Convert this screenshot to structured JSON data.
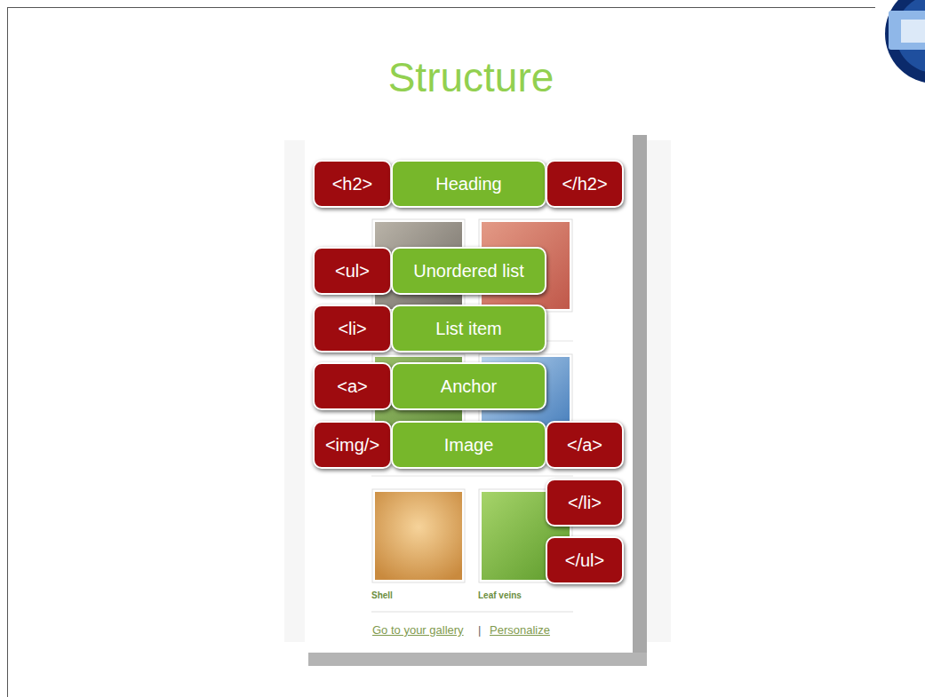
{
  "diagram": {
    "title": "Structure",
    "nodes": [
      {
        "text": [
          "<h2>"
        ]
      },
      {
        "text": [
          "Heading"
        ]
      },
      {
        "text": [
          "</h2>"
        ]
      },
      {
        "text": [
          "<ul>"
        ]
      },
      {
        "text": [
          "Unordered list"
        ]
      },
      {
        "text": [
          "<li>"
        ]
      },
      {
        "text": [
          "List item"
        ]
      },
      {
        "text": [
          "<a>"
        ]
      },
      {
        "text": [
          "Anchor"
        ]
      },
      {
        "text": [
          "<img/>"
        ]
      },
      {
        "text": [
          "Image"
        ]
      },
      {
        "text": [
          "</a>"
        ]
      },
      {
        "text": [
          "</li>"
        ]
      },
      {
        "text": [
          "</ul>"
        ]
      }
    ],
    "labels": [
      "Shell",
      "Leaf veins",
      "Go to your gallery",
      "|",
      "Personalize"
    ]
  }
}
